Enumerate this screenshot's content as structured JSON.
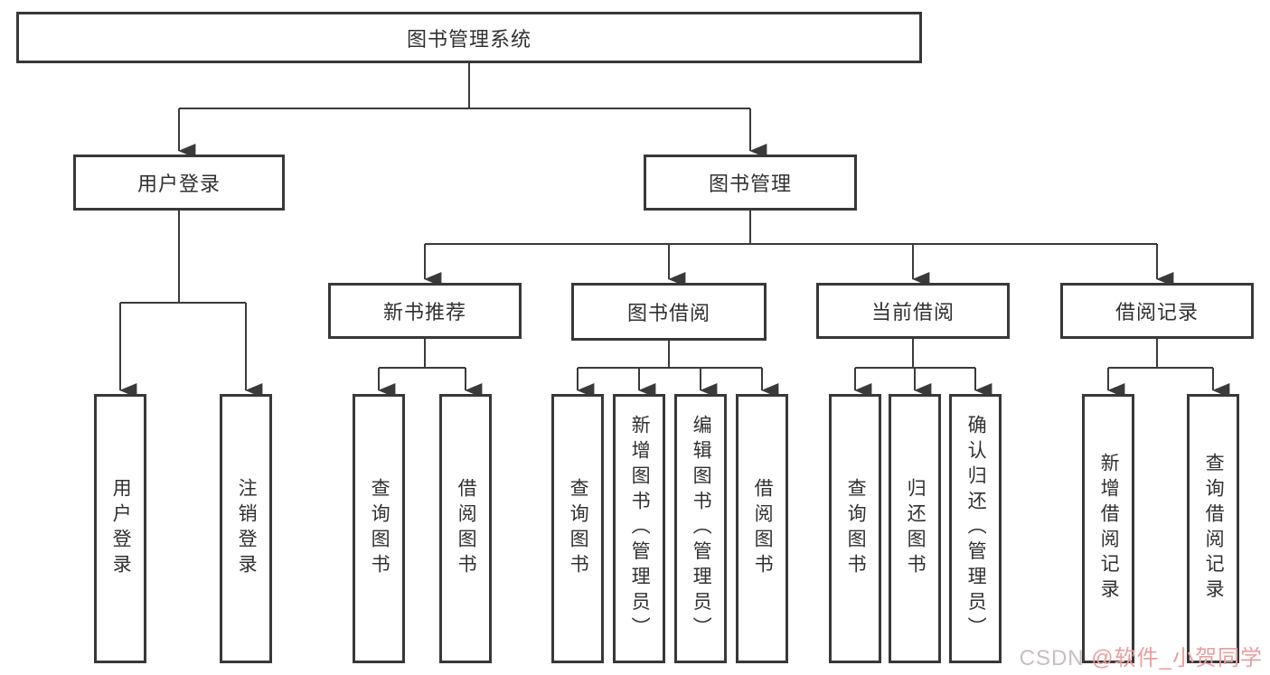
{
  "diagram": {
    "type": "hierarchy-tree",
    "title": "图书管理系统",
    "colors": {
      "background": "#ffffff",
      "box_border": "#383838",
      "line": "#3a3a3a",
      "text": "#303030"
    },
    "nodes": {
      "root": {
        "label": "图书管理系统"
      },
      "user_login": {
        "label": "用户登录"
      },
      "book_mgmt": {
        "label": "图书管理"
      },
      "new_book_rec": {
        "label": "新书推荐"
      },
      "book_borrow": {
        "label": "图书借阅"
      },
      "current_borrow": {
        "label": "当前借阅"
      },
      "borrow_records": {
        "label": "借阅记录"
      },
      "leaf_user_login": {
        "label": "用户登录"
      },
      "leaf_logout": {
        "label": "注销登录"
      },
      "leaf_nb_query": {
        "label": "查询图书"
      },
      "leaf_nb_borrow": {
        "label": "借阅图书"
      },
      "leaf_bb_query": {
        "label": "查询图书"
      },
      "leaf_bb_add": {
        "label": "新增图书（管理员）"
      },
      "leaf_bb_edit": {
        "label": "编辑图书（管理员）"
      },
      "leaf_bb_borrow": {
        "label": "借阅图书"
      },
      "leaf_cb_query": {
        "label": "查询图书"
      },
      "leaf_cb_return": {
        "label": "归还图书"
      },
      "leaf_cb_confirm": {
        "label": "确认归还（管理员）"
      },
      "leaf_br_add": {
        "label": "新增借阅记录"
      },
      "leaf_br_query": {
        "label": "查询借阅记录"
      }
    },
    "edges": [
      [
        "root",
        "user_login"
      ],
      [
        "root",
        "book_mgmt"
      ],
      [
        "user_login",
        "leaf_user_login"
      ],
      [
        "user_login",
        "leaf_logout"
      ],
      [
        "book_mgmt",
        "new_book_rec"
      ],
      [
        "book_mgmt",
        "book_borrow"
      ],
      [
        "book_mgmt",
        "current_borrow"
      ],
      [
        "book_mgmt",
        "borrow_records"
      ],
      [
        "new_book_rec",
        "leaf_nb_query"
      ],
      [
        "new_book_rec",
        "leaf_nb_borrow"
      ],
      [
        "book_borrow",
        "leaf_bb_query"
      ],
      [
        "book_borrow",
        "leaf_bb_add"
      ],
      [
        "book_borrow",
        "leaf_bb_edit"
      ],
      [
        "book_borrow",
        "leaf_bb_borrow"
      ],
      [
        "current_borrow",
        "leaf_cb_query"
      ],
      [
        "current_borrow",
        "leaf_cb_return"
      ],
      [
        "current_borrow",
        "leaf_cb_confirm"
      ],
      [
        "borrow_records",
        "leaf_br_add"
      ],
      [
        "borrow_records",
        "leaf_br_query"
      ]
    ]
  },
  "watermark": {
    "prefix": "CSDN ",
    "handle": "@软件_小贺同学",
    "prefix_color": "#c9bdbd",
    "handle_color": "#e89f9f"
  }
}
